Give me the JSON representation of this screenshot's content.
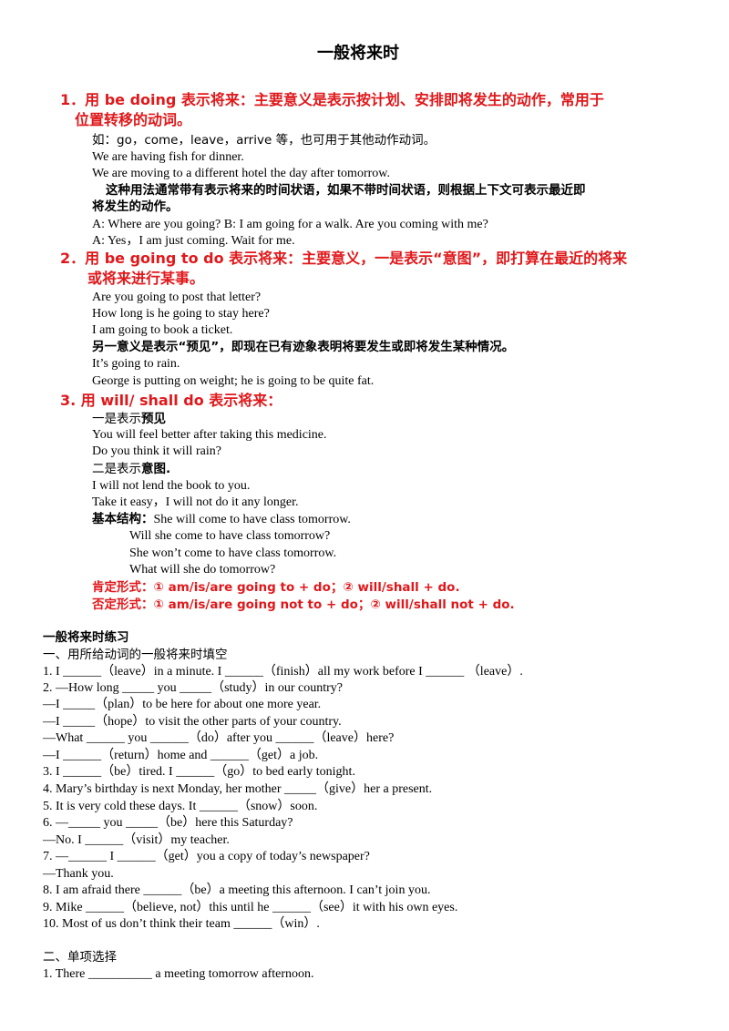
{
  "title": "一般将来时",
  "s1": {
    "heading_1": "1．用 be doing 表示将来：主要意义是表示按计划、安排即将发生的动作，常用于",
    "heading_2": "位置转移的动词。",
    "like": "如：go，come，leave，arrive 等，也可用于其他动作动词。",
    "ex1": "We are having fish for dinner.",
    "ex2": "We are moving to a different hotel the day after tomorrow.",
    "note_1": "这种用法通常带有表示将来的时间状语，如果不带时间状语，则根据上下文可表示最近即",
    "note_2": "将发生的动作。",
    "dialog_a": "A: Where are you going?    B: I am going for a walk. Are you coming with me?",
    "dialog_b": "A: Yes，I am just coming. Wait for me."
  },
  "s2": {
    "heading_1": "2．用 be going to do 表示将来：主要意义，一是表示“意图”，即打算在最近的将来",
    "heading_2": "或将来进行某事。",
    "ex1": "Are you going to post that letter?",
    "ex2": "How long is he going to stay here?",
    "ex3": "I am going to book a ticket.",
    "note": "另一意义是表示“预见”，即现在已有迹象表明将要发生或即将发生某种情况。",
    "ex4": "It’s going to rain.",
    "ex5": "George is putting on weight; he is going to be quite fat."
  },
  "s3": {
    "heading": "3. 用 will/ shall do 表示将来：",
    "pred_prefix": "一是表示",
    "pred_key": "预见",
    "ex1": "You will feel better after taking this medicine.",
    "ex2": "Do you think it will rain?",
    "int_prefix": "二是表示",
    "int_key": "意图.",
    "ex3": "I will not lend the book to you.",
    "ex4": "Take it easy，I will not do it any longer.",
    "basic_label": "基本结构：",
    "basic1": "She will come to have class tomorrow.",
    "basic2": "Will she come to have class tomorrow?",
    "basic3": "She won’t come to have class tomorrow.",
    "basic4": "What will she do tomorrow?",
    "affirm": "肯定形式：① am/is/are going to + do；② will/shall + do.",
    "negate": "否定形式：① am/is/are going not to + do；② will/shall not + do."
  },
  "practice": {
    "title": "一般将来时练习",
    "part1_title": "一、用所给动词的一般将来时填空",
    "items": [
      "1. I ______（leave）in a minute. I ______（finish）all my work before I ______ （leave）.",
      "2. —How long _____ you _____（study）in our country?",
      " —I _____（plan）to be here for about one more year.",
      " —I _____（hope）to visit the other parts of your country.",
      " —What ______ you ______（do）after you ______（leave）here?",
      " —I ______（return）home and ______（get）a job.",
      "3. I ______（be）tired. I ______（go）to bed early tonight.",
      "4. Mary’s birthday is next Monday, her mother _____（give）her a present.",
      "5. It is very cold these days. It ______（snow）soon.",
      "6. —_____ you _____（be）here this Saturday?",
      " —No. I ______（visit）my teacher.",
      "7. —______ I ______（get）you a copy of today’s newspaper?",
      " —Thank you.",
      "8. I am afraid there ______（be）a meeting this afternoon. I can’t join you.",
      "9. Mike ______（believe, not）this until he ______（see）it with his own eyes.",
      "10. Most of us don’t think their team ______（win）."
    ],
    "part2_title": "二、单项选择",
    "mc1": "1. There __________ a meeting tomorrow afternoon."
  }
}
